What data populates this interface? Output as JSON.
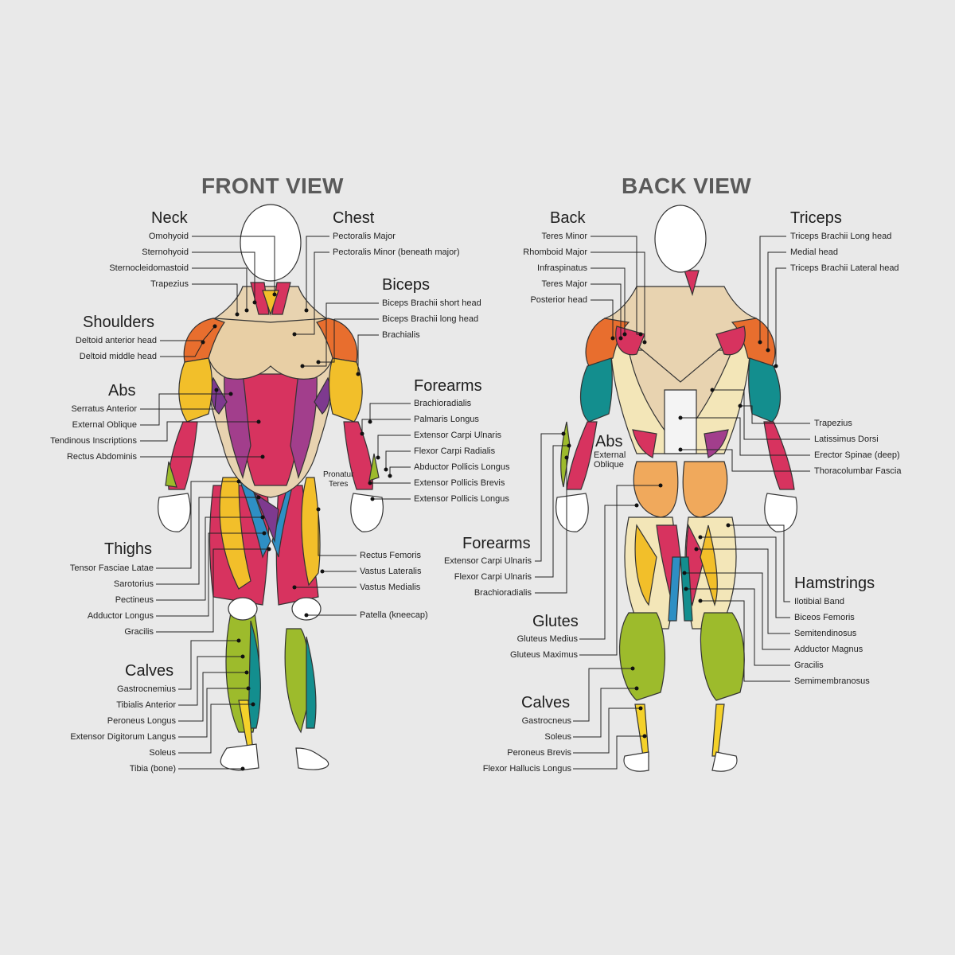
{
  "titles": {
    "front": "FRONT VIEW",
    "back": "BACK VIEW"
  },
  "front": {
    "neck": {
      "heading": "Neck",
      "labels": [
        "Omohyoid",
        "Sternohyoid",
        "Sternocleidomastoid",
        "Trapezius"
      ]
    },
    "shoulders": {
      "heading": "Shoulders",
      "labels": [
        "Deltoid anterior head",
        "Deltoid middle head"
      ]
    },
    "abs": {
      "heading": "Abs",
      "labels": [
        "Serratus Anterior",
        "External Oblique",
        "Tendinous Inscriptions",
        "Rectus Abdominis"
      ]
    },
    "thighs": {
      "heading": "Thighs",
      "labels": [
        "Tensor Fasciae Latae",
        "Sarotorius",
        "Pectineus",
        "Adductor Longus",
        "Gracilis"
      ]
    },
    "calves": {
      "heading": "Calves",
      "labels": [
        "Gastrocnemius",
        "Tibialis Anterior",
        "Peroneus Longus",
        "Extensor Digitorum Langus",
        "Soleus",
        "Tibia (bone)"
      ]
    },
    "chest": {
      "heading": "Chest",
      "labels": [
        "Pectoralis Major",
        "Pectoralis Minor (beneath major)"
      ]
    },
    "biceps": {
      "heading": "Biceps",
      "labels": [
        "Biceps Brachii short head",
        "Biceps Brachii long head",
        "Brachialis"
      ]
    },
    "forearms": {
      "heading": "Forearms",
      "labels": [
        "Brachioradialis",
        "Palmaris Longus",
        "Extensor Carpi Ulnaris",
        "Flexor Carpi Radialis",
        "Abductor Pollicis Longus",
        "Extensor Pollicis Brevis",
        "Extensor Pollicis Longus"
      ]
    },
    "pronator": {
      "line1": "Pronatur",
      "line2": "Teres"
    },
    "legs": {
      "labels": [
        "Rectus Femoris",
        "Vastus Lateralis",
        "Vastus Medialis",
        "Patella (kneecap)"
      ]
    }
  },
  "back": {
    "back": {
      "heading": "Back",
      "labels": [
        "Teres Minor",
        "Rhomboid Major",
        "Infraspinatus",
        "Teres Major",
        "Posterior head"
      ]
    },
    "abs": {
      "heading": "Abs",
      "line1": "External",
      "line2": "Oblique"
    },
    "forearms": {
      "heading": "Forearms",
      "labels": [
        "Extensor Carpi Ulnaris",
        "Flexor Carpi Ulnaris",
        "Brachioradialis"
      ]
    },
    "glutes": {
      "heading": "Glutes",
      "labels": [
        "Gluteus Medius",
        "Gluteus Maximus"
      ]
    },
    "calves": {
      "heading": "Calves",
      "labels": [
        "Gastrocneus",
        "Soleus",
        "Peroneus Brevis",
        "Flexor Hallucis Longus"
      ]
    },
    "triceps": {
      "heading": "Triceps",
      "labels": [
        "Triceps Brachii Long head",
        "Medial head",
        "Triceps Brachii Lateral head"
      ]
    },
    "torso": {
      "labels": [
        "Trapezius",
        "Latissimus Dorsi",
        "Erector Spinae (deep)",
        "Thoracolumbar Fascia"
      ]
    },
    "hamstrings": {
      "heading": "Hamstrings",
      "labels": [
        "Ilotibial Band",
        "Biceos Femoris",
        "Semitendinosus",
        "Adductor Magnus",
        "Gracilis",
        "Semimembranosus"
      ]
    }
  }
}
